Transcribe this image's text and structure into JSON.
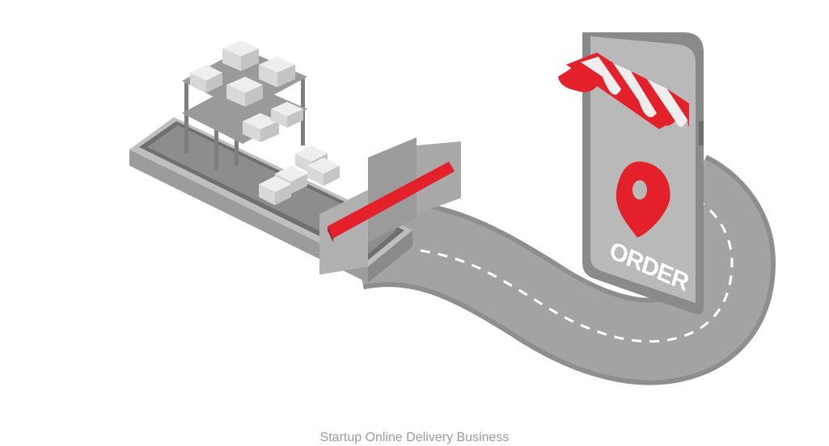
{
  "illustration": {
    "phone_label": "ORDER",
    "colors": {
      "accent_red": "#e4202a",
      "phone_body": "#8a8a8a",
      "phone_screen": "#b9b9b9",
      "road": "#a3a3a3",
      "road_edge": "#8e8e8e",
      "road_dash": "#ffffff",
      "shelf": "#7d7d7d",
      "box_light": "#eeeeee",
      "box_dark": "#c9c9c9",
      "gate": "#9b9b9b"
    },
    "icons": [
      "warehouse-shelves",
      "store-awning",
      "location-pin",
      "road"
    ]
  },
  "caption": "Startup Online Delivery Business"
}
